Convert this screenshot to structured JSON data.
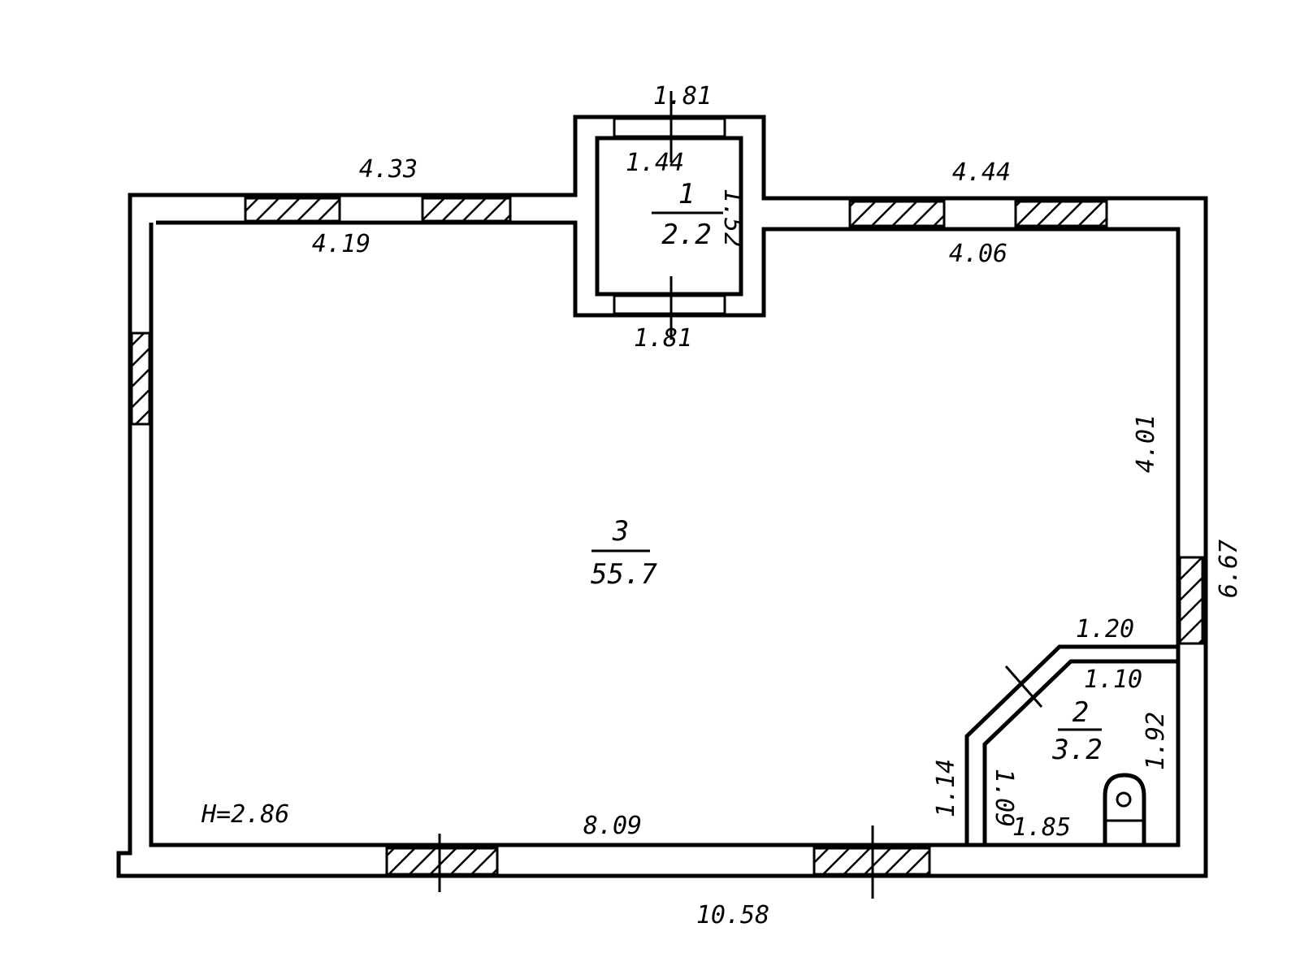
{
  "plan": {
    "rooms": [
      {
        "number": "1",
        "area": "2.2"
      },
      {
        "number": "3",
        "area": "55.7"
      },
      {
        "number": "2",
        "area": "3.2"
      }
    ],
    "vestibule_labels": {
      "top_outer": "1.81",
      "top_inner": "1.44",
      "bottom_outer": "1.81",
      "side": "1.52"
    },
    "north_wall_labels": {
      "left_outer": "4.33",
      "left_inner": "4.19",
      "right_outer": "4.44",
      "right_inner": "4.06"
    },
    "east_wall_labels": {
      "inner": "4.01",
      "outer": "6.67"
    },
    "bathroom_labels": {
      "top": "1.20",
      "diag": "1.10",
      "right": "1.92",
      "bottom": "1.85",
      "left_outer": "1.14",
      "left_inner": "1.09"
    },
    "south_wall_labels": {
      "inner": "8.09",
      "outer": "10.58"
    },
    "height_note": "H=2.86"
  }
}
